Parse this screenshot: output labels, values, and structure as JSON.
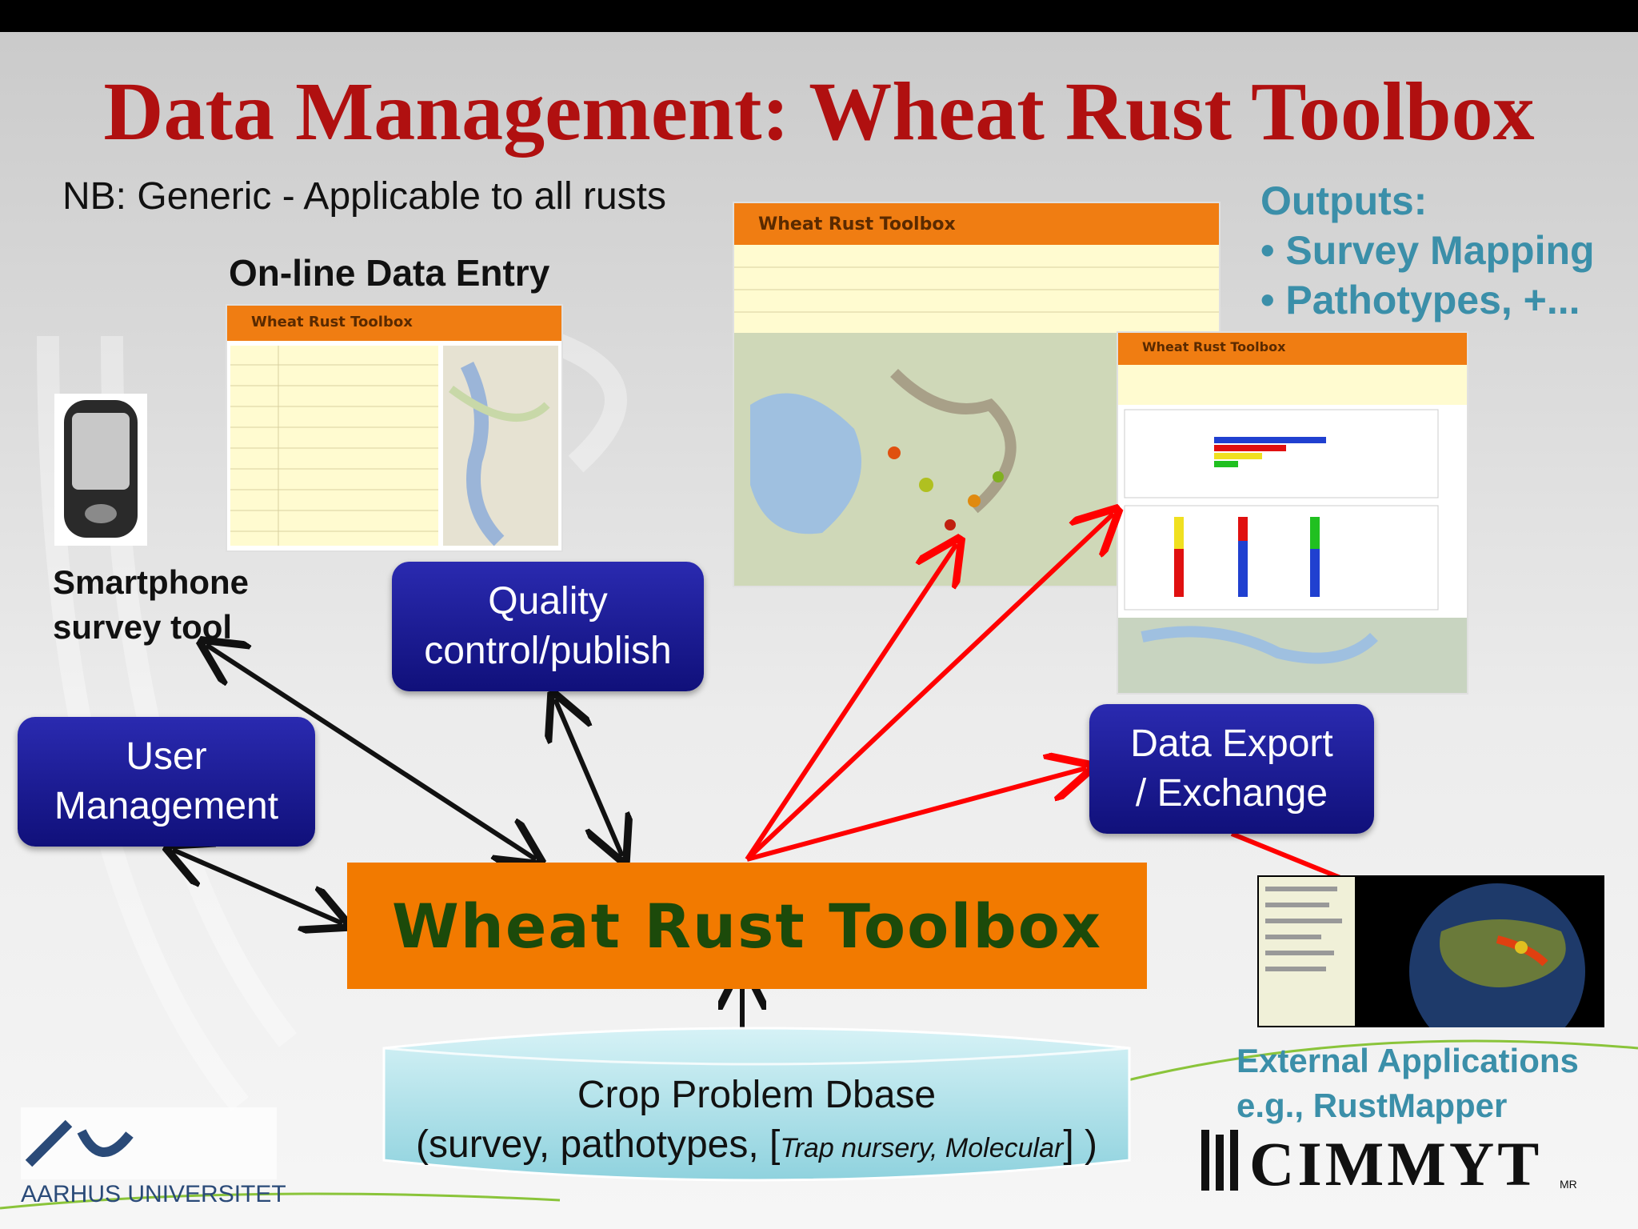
{
  "title": "Data Management: Wheat Rust Toolbox",
  "note": "NB: Generic - Applicable to all rusts",
  "online_entry": {
    "heading": "On-line Data Entry",
    "screenshot_title": "Wheat Rust Toolbox"
  },
  "smartphone": {
    "line1": "Smartphone",
    "line2": "survey tool"
  },
  "outputs": {
    "heading": "Outputs:",
    "items": [
      "• Survey Mapping",
      "• Pathotypes, +..."
    ]
  },
  "map_screenshot": {
    "title": "Wheat Rust Toolbox"
  },
  "chart_screenshot": {
    "title": "Wheat Rust Toolbox"
  },
  "boxes": {
    "quality": {
      "line1": "Quality",
      "line2": "control/publish"
    },
    "user": {
      "line1": "User",
      "line2": "Management"
    },
    "export": {
      "line1": "Data Export",
      "line2": "/ Exchange"
    },
    "toolbox": "Wheat Rust Toolbox"
  },
  "database": {
    "line1": "Crop Problem Dbase",
    "line2_prefix": "(survey, pathotypes, [",
    "line2_italic": "Trap nursery, Molecular",
    "line2_suffix": "] )"
  },
  "external": {
    "line1": "External Applications",
    "line2": "e.g., RustMapper"
  },
  "logos": {
    "cimmyt": "CIMMYT",
    "cimmyt_mark": "MR",
    "aarhus": "AARHUS UNIVERSITET"
  },
  "colors": {
    "title": "#b01010",
    "accent_teal": "#3b8fa9",
    "box_blue": "#1a1a9a",
    "toolbox_orange": "#f27a00",
    "arrow_red": "#ff0000"
  }
}
